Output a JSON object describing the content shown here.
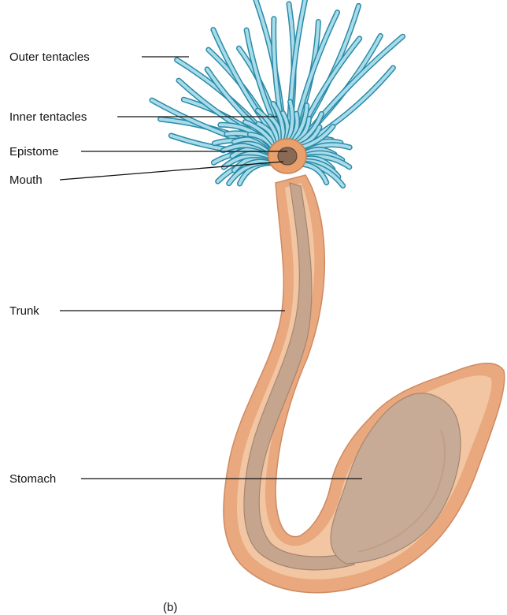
{
  "figure": {
    "labels": {
      "outer_tentacles": "Outer tentacles",
      "inner_tentacles": "Inner tentacles",
      "epistome": "Epistome",
      "mouth": "Mouth",
      "trunk": "Trunk",
      "stomach": "Stomach"
    },
    "caption": "(b)"
  },
  "colors": {
    "tentacle_outline": "#2a8aa6",
    "tentacle_fill": "#a9dcea",
    "body_outer": "#e9a87e",
    "body_inner": "#f2c6a2",
    "gut_fill": "#c5a58e",
    "gut_outline": "#a48670",
    "mouth_dark": "#8a6a55"
  }
}
